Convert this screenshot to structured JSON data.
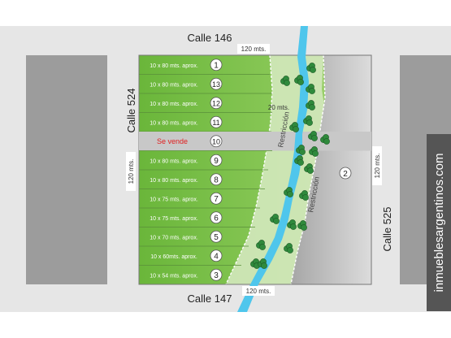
{
  "streets": {
    "north": "Calle 146",
    "south": "Calle 147",
    "west": "Calle 524",
    "east": "Calle 525"
  },
  "measures": {
    "top": "120 mts.",
    "bottom": "120 mts.",
    "left": "120 mts.",
    "right": "120 mts.",
    "restriction_width": "20 mts."
  },
  "restriction_label": "Restricción",
  "lot_2_label": "2",
  "watermark": "inmueblesargentinos.com",
  "lots": [
    {
      "dims": "10 x 80 mts. aprox.",
      "number": "1",
      "for_sale": false
    },
    {
      "dims": "10 x 80 mts. aprox.",
      "number": "13",
      "for_sale": false
    },
    {
      "dims": "10 x 80 mts. aprox.",
      "number": "12",
      "for_sale": false
    },
    {
      "dims": "10 x 80 mts. aprox.",
      "number": "11",
      "for_sale": false
    },
    {
      "dims": "Se vende",
      "number": "10",
      "for_sale": true
    },
    {
      "dims": "10 x 80 mts. aprox.",
      "number": "9",
      "for_sale": false
    },
    {
      "dims": "10 x 80 mts. aprox.",
      "number": "8",
      "for_sale": false
    },
    {
      "dims": "10 x 75 mts. aprox.",
      "number": "7",
      "for_sale": false
    },
    {
      "dims": "10 x 75 mts. aprox.",
      "number": "6",
      "for_sale": false
    },
    {
      "dims": "10 x 70 mts. aprox.",
      "number": "5",
      "for_sale": false
    },
    {
      "dims": "10 x 60mts. aprox.",
      "number": "4",
      "for_sale": false
    },
    {
      "dims": "10 x 54 mts. aprox.",
      "number": "3",
      "for_sale": false
    }
  ],
  "colors": {
    "background": "#e6e6e6",
    "block": "#9c9c9c",
    "lot_green": "#7cc04a",
    "sale_row": "#c8c8c8",
    "sale_text": "#e02020",
    "stream": "#4fc6ec",
    "tree": "#2f8a3c",
    "watermark_bg": "#555555"
  }
}
